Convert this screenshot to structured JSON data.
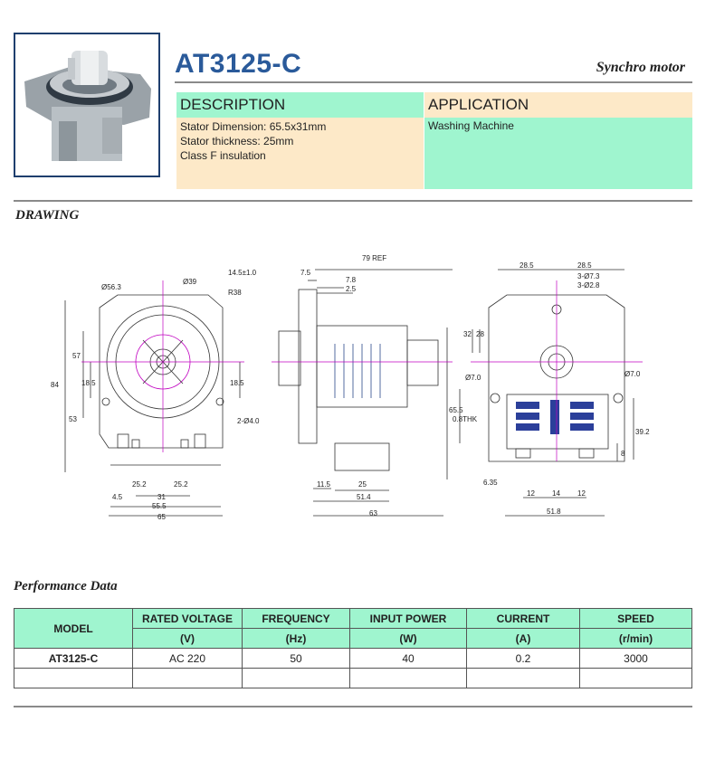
{
  "header": {
    "title": "AT3125-C",
    "subtitle": "Synchro motor"
  },
  "description": {
    "heading": "DESCRIPTION",
    "lines": [
      "Stator Dimension: 65.5x31mm",
      "Stator thickness: 25mm",
      "Class F insulation"
    ]
  },
  "application": {
    "heading": "APPLICATION",
    "text": "Washing Machine"
  },
  "drawing": {
    "title": "DRAWING",
    "dims": {
      "d563": "Ø56.3",
      "d39": "Ø39",
      "r38": "R38",
      "h84": "84",
      "h57": "57",
      "h185a": "18.5",
      "h53": "53",
      "h185b": "18.5",
      "holes": "2-Ø4.0",
      "w252a": "25.2",
      "w252b": "25.2",
      "w31": "31",
      "w555": "55.5",
      "w65": "65",
      "h45": "4.5",
      "ref79": "79 REF",
      "s145": "14.5±1.0",
      "s75": "7.5",
      "s78": "7.8",
      "s25": "2.5",
      "h655": "65.5",
      "b115": "11.5",
      "b25": "25",
      "b514": "51.4",
      "b63": "63",
      "r285a": "28.5",
      "r285b": "28.5",
      "r73": "3-Ø7.3",
      "r28": "3-Ø2.8",
      "r32": "32",
      "r28b": "28",
      "r70a": "Ø7.0",
      "r70b": "Ø7.0",
      "thk": "0.8THK",
      "r392": "39.2",
      "r8": "8",
      "r635": "6.35",
      "r12a": "12",
      "r14": "14",
      "r12b": "12",
      "r518": "51.8"
    }
  },
  "performance": {
    "title": "Performance Data",
    "headers": [
      "MODEL",
      "RATED VOLTAGE",
      "FREQUENCY",
      "INPUT POWER",
      "CURRENT",
      "SPEED"
    ],
    "units": [
      "(V)",
      "(Hz)",
      "(W)",
      "(A)",
      "(r/min)"
    ],
    "rows": [
      {
        "model": "AT3125-C",
        "voltage": "AC 220",
        "frequency": "50",
        "power": "40",
        "current": "0.2",
        "speed": "3000"
      }
    ]
  }
}
